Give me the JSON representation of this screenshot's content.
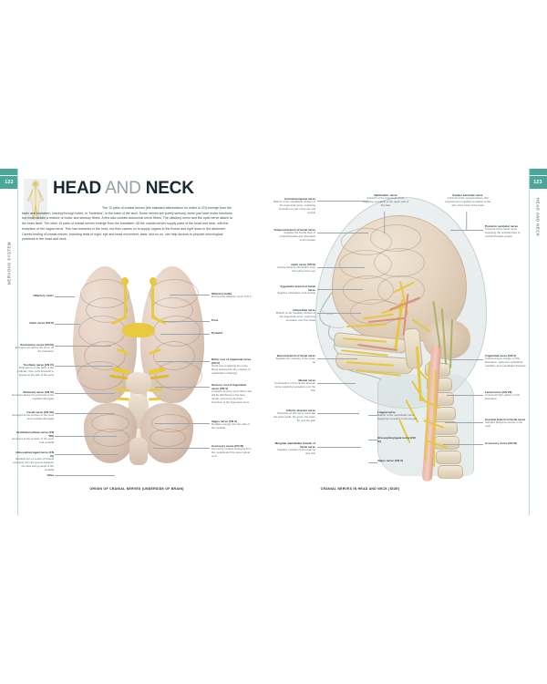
{
  "book": {
    "left_page": {
      "folio": "122",
      "running_head": "NERVOUS SYSTEM"
    },
    "right_page": {
      "folio": "123",
      "running_head": "HEAD AND NECK"
    }
  },
  "header": {
    "title_part1": "HEAD",
    "title_part2": "AND",
    "title_part3": "NECK",
    "icon": "human-body-nervous-system-icon",
    "intro": "The 12 pairs of cranial nerves (the standard abbreviation for which is CN) emerge from the brain and brainstem, leaving through holes, or \"foramina\", in the base of the skull. Some nerves are purely sensory, some just have motor functions, but most contain a mixture of motor and sensory fibres. A few also contain autonomic nerve fibres. The olfactory nerve and the optic nerve attach to the brain itself. The other 10 pairs of cranial nerves emerge from the brainstem. All the cranial nerves supply parts of the head and neck, with the exception of the vagus nerve. This has branches in the neck, but then carries on to supply organs in the thorax and right down in the abdomen. Careful testing of cranial nerves, including tests of sight, eye and head movement, taste, and so on, can help doctors to pinpoint neurological problems in the head and neck."
  },
  "figure_left": {
    "caption": "ORIGIN OF CRANIAL NERVES (UNDERSIDE OF BRAIN)",
    "labels_left": [
      {
        "title": "Olfactory tracts",
        "body": ""
      },
      {
        "title": "Optic nerve (CN II)",
        "body": ""
      },
      {
        "title": "Oculomotor nerve (CN III)",
        "body": "Emerges just above the pons, off the brainstem"
      },
      {
        "title": "Trochlear nerve (CN IV)",
        "body": "Emerges from the back of the midbrain, then curls forwards to appear at the side of the pons"
      },
      {
        "title": "Abducent nerve (CN VI)",
        "body": "Emerges above the pyramids of the medulla oblongata"
      },
      {
        "title": "Facial nerve (CN VII)",
        "body": "Emerges at the junction of the pons and medulla oblongata"
      },
      {
        "title": "Vestibulocochlear nerve (CN VIII)",
        "body": "Emerges at the junction of the pons and medulla"
      },
      {
        "title": "Glossopharyngeal nerve (CN IX)",
        "body": "Rootlets form a series of rootlets emerging from the groove between the olive and pyramid of the medulla"
      },
      {
        "title": "Olive",
        "body": ""
      }
    ],
    "labels_right": [
      {
        "title": "Olfactory bulbs",
        "body": "Receive the olfactory nerve (CN I)"
      },
      {
        "title": "Pons",
        "body": ""
      },
      {
        "title": "Pyramid",
        "body": ""
      },
      {
        "title": "Motor root of trigeminal nerve (CN V)",
        "body": "Small root containing the nerve fibres destined for the muscles of mastication (chewing)"
      },
      {
        "title": "Sensory root of trigeminal nerve (CN V)",
        "body": "Contains sensory nerve fibres that will be distributed to the face, mouth, and sinus via three branches of the trigeminal nerve"
      },
      {
        "title": "Vagus nerve (CN X)",
        "body": "Rootlets emerge from the side of the medulla"
      },
      {
        "title": "Accessory nerve (CN XI)",
        "body": "Formed by rootlets emerging from the medulla and the upper spinal cord"
      }
    ]
  },
  "figure_right": {
    "caption": "CRANIAL NERVES IN HEAD AND NECK (SIDE)",
    "labels_left": [
      {
        "title": "Auriculotemporal nerve",
        "body": "Branch of the mandibular division of the trigeminal nerve, supplying sensation to part of the ear and temple"
      },
      {
        "title": "Temporal branch of facial nerve",
        "body": "Supplies the frontal belly of occipitofrontalis and orbicularis oculi muscles"
      },
      {
        "title": "Optic nerve (CN II)",
        "body": "Carries sensory information from the retina of the eye"
      },
      {
        "title": "Zygomatic branch of facial nerve",
        "body": "Supplies orbicularis oculi muscle"
      },
      {
        "title": "Infraorbital nerve",
        "body": "Branch of the maxillary division of the trigeminal nerve, supplying sensation over the cheek"
      },
      {
        "title": "Buccal branch of facial nerve",
        "body": "Supplies the muscles of the upper lip"
      },
      {
        "title": "Mental nerve",
        "body": "Continuation of the inferior alveolar nerve supplying sensation over the chin"
      },
      {
        "title": "Inferior alveolar nerve",
        "body": "Branches of this nerve innervate the lower teeth, the gums, the lower lip, and the skin"
      },
      {
        "title": "Marginal mandibular branch of facial nerve",
        "body": "Supplies muscles of the lower lip and chin"
      }
    ],
    "labels_top": [
      {
        "title": "Ophthalmic nerve",
        "body": "A branch of the trigeminal nerve, supplying sensation to the upper part of the face"
      },
      {
        "title": "Greater auricular nerve",
        "body": "A branch of the cervical plexus, this cervical nerve supplies sensation to the skin of the back of the head"
      }
    ],
    "labels_right": [
      {
        "title": "Posterior auricular nerve",
        "body": "A branch of the facial nerve, supplying the occipital belly of occipitofrontalis muscle"
      },
      {
        "title": "Trigeminal nerve (CN V)",
        "body": "Coloured deep orange on this illustration, splits into ophthalmic, maxillary, and mandibular divisions"
      },
      {
        "title": "Facial nerve (CN VII)",
        "body": "Coloured bright yellow on this illustration"
      },
      {
        "title": "Cervical branch of facial nerve",
        "body": "Supplies platysma muscle in the neck"
      },
      {
        "title": "Accessory nerve (CN XI)",
        "body": ""
      }
    ],
    "labels_bottom": [
      {
        "title": "Lingual nerve",
        "body": "Branch of the mandibular nerve supplying sensation to the tongue"
      },
      {
        "title": "Glossopharyngeal nerve (CN IX)",
        "body": ""
      },
      {
        "title": "Vagus nerve (CN X)",
        "body": ""
      }
    ]
  },
  "colors": {
    "accent": "#4aa79a",
    "nerve_yellow": "#e8c93f",
    "rule": "#bcd9d4"
  }
}
